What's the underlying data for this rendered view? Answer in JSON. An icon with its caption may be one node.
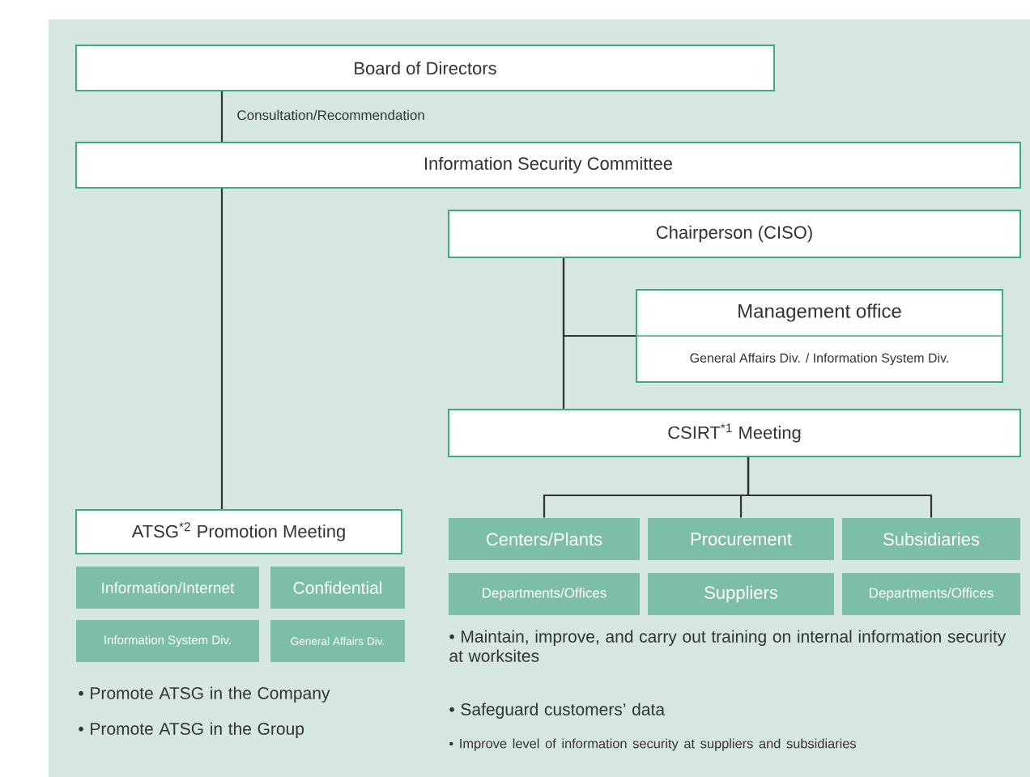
{
  "diagram": {
    "nodes": [
      {
        "text": [
          "Board of Directors"
        ]
      },
      {
        "text": [
          "Information Security Committee"
        ]
      },
      {
        "text": [
          "Chairperson (CISO)"
        ]
      },
      {
        "text": [
          "Management office",
          "General Affairs Div. / Information System Div."
        ]
      },
      {
        "text": [
          "CSIRT$^{*1}$ Meeting"
        ]
      },
      {
        "text": [
          "ATSG$^{*2}$ Promotion Meeting"
        ]
      },
      {
        "text": [
          "Information/Internet"
        ]
      },
      {
        "text": [
          "Confidential"
        ]
      },
      {
        "text": [
          "Information System Div."
        ]
      },
      {
        "text": [
          "General Affairs Div."
        ]
      },
      {
        "text": [
          "Centers/Plants"
        ]
      },
      {
        "text": [
          "Procurement"
        ]
      },
      {
        "text": [
          "Subsidiaries"
        ]
      },
      {
        "text": [
          "Departments/Offices"
        ]
      },
      {
        "text": [
          "Suppliers"
        ]
      },
      {
        "text": [
          "Departments/Offices"
        ]
      }
    ],
    "edges": [
      {
        "from": 0,
        "to": 1,
        "arrow": "none",
        "label": "Consultation/Recommendation"
      },
      {
        "from": 1,
        "to": 5,
        "arrow": "none"
      },
      {
        "from": 2,
        "to": 3,
        "arrow": "none"
      },
      {
        "from": 2,
        "to": 4,
        "arrow": "none"
      },
      {
        "from": 4,
        "to": 10,
        "arrow": "none"
      },
      {
        "from": 4,
        "to": 11,
        "arrow": "none"
      },
      {
        "from": 4,
        "to": 12,
        "arrow": "none"
      }
    ],
    "labels": [
      "• Promote ATSG in the Company",
      "• Promote ATSG in the Group",
      "• Maintain, improve, and carry out training on internal information security at worksites",
      "• Safeguard customers’ data",
      "• Improve level of information security at suppliers and subsidiaries"
    ]
  }
}
